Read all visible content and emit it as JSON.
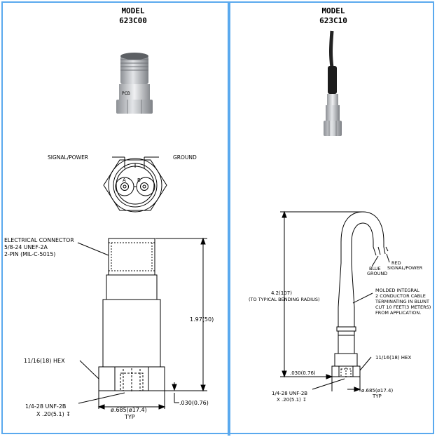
{
  "left": {
    "title": "MODEL",
    "model": "623C00",
    "labels": {
      "signal": "SIGNAL/POWER",
      "ground": "GROUND",
      "pin_a": "A",
      "pin_b": "B",
      "connector_l1": "ELECTRICAL CONNECTOR",
      "connector_l2": "5/8-24 UNEF-2A",
      "connector_l3": "2-PIN (MIL-C-5015)",
      "height": "1.97(50)",
      "hex": "11/16(18)  HEX",
      "thread_l1": "1/4-28  UNF-2B",
      "thread_l2": "X .20(5.1) ↧",
      "dia": "ø.685(ø17.4)",
      "typ": "TYP",
      "flat": ".030(0.76)"
    }
  },
  "right": {
    "title": "MODEL",
    "model": "623C10",
    "labels": {
      "height_l1": "4.2(107)",
      "height_l2": "(TO TYPICAL BENDING RADIUS)",
      "red_l1": "RED",
      "red_l2": "SIGNAL/POWER",
      "blue_l1": "BLUE",
      "blue_l2": "GROUND",
      "cable_l1": "MOLDED INTEGRAL",
      "cable_l2": "2 CONDUCTOR CABLE",
      "cable_l3": "TERMINATING IN BLUNT",
      "cable_l4": "CUT 10 FEET(3 METERS)",
      "cable_l5": "FROM APPLICATION.",
      "hex": "11/16(18)  HEX",
      "flat": ".030(0.76)",
      "thread_l1": "1/4-28  UNF-2B",
      "thread_l2": "X .20(5.1) ↧",
      "dia": "ø.685(ø17.4)",
      "typ": "TYP"
    }
  },
  "colors": {
    "border": "#5aa9ee",
    "line": "#000000",
    "metal": "#b9bcc0"
  }
}
